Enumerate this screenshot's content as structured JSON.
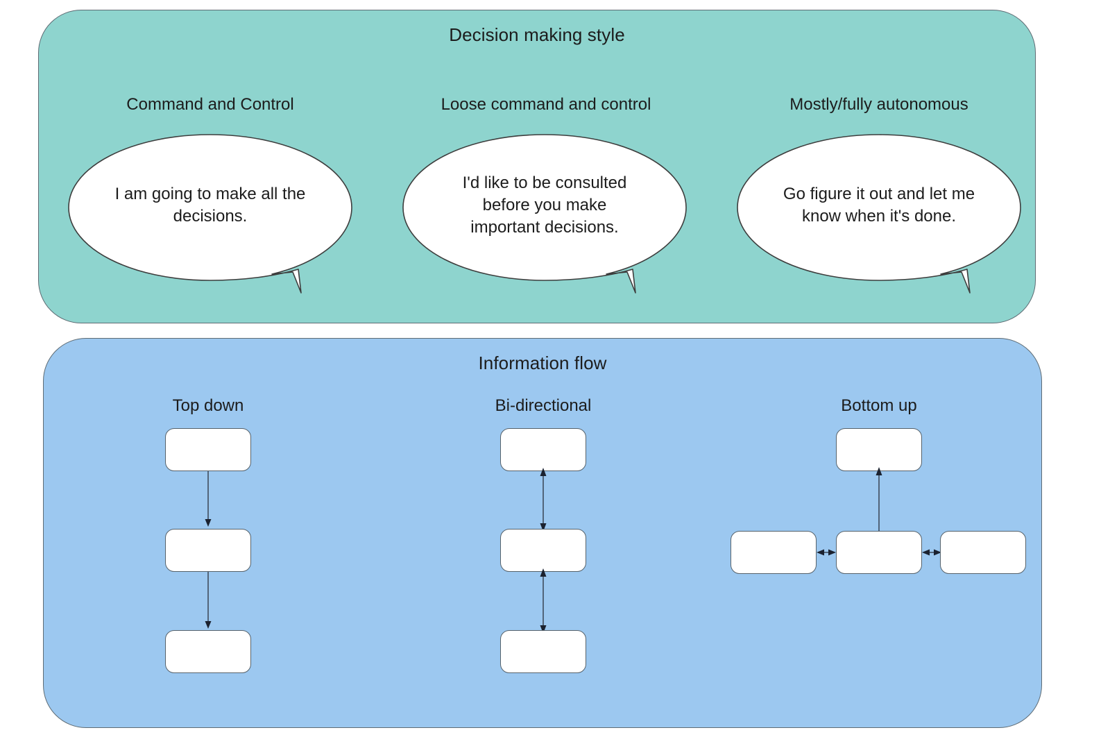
{
  "diagram": {
    "type": "diagram",
    "background": "#ffffff",
    "panels": [
      {
        "id": "decision-making-style",
        "title": "Decision making style",
        "color": "#8ed4ce",
        "columns": [
          {
            "label": "Command and Control",
            "quote": "I am  going to make all the\ndecisions."
          },
          {
            "label": "Loose command and control",
            "quote": "I'd like to be consulted\nbefore you make\nimportant decisions."
          },
          {
            "label": "Mostly/fully autonomous",
            "quote": "Go figure it out and let me\nknow when it's done."
          }
        ]
      },
      {
        "id": "information-flow",
        "title": "Information flow",
        "color": "#9cc8f0",
        "columns": [
          {
            "label": "Top down",
            "pattern": "vertical-chain-down",
            "boxes": 3,
            "arrow_direction": "down",
            "arrow_heads": "single"
          },
          {
            "label": "Bi-directional",
            "pattern": "vertical-chain-bidirectional",
            "boxes": 3,
            "arrow_direction": "both",
            "arrow_heads": "double"
          },
          {
            "label": "Bottom up",
            "pattern": "hub-and-spoke-up",
            "boxes": 4,
            "arrow_direction": "up",
            "arrow_heads": "mixed"
          }
        ]
      }
    ]
  },
  "colors": {
    "teal_panel": "#8ed4ce",
    "blue_panel": "#9cc8f0",
    "box_fill": "#ffffff",
    "stroke": "#56626b",
    "text": "#1c1c1c"
  }
}
